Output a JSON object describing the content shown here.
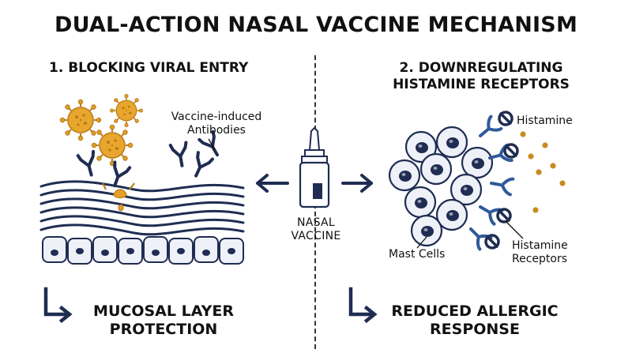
{
  "title": "DUAL-ACTION NASAL VACCINE MECHANISM",
  "sections": {
    "left": {
      "heading": "1. BLOCKING VIRAL ENTRY",
      "antibodies_label_line1": "Vaccine-induced",
      "antibodies_label_line2": "Antibodies",
      "outcome_line1": "MUCOSAL LAYER",
      "outcome_line2": "PROTECTION"
    },
    "right": {
      "heading_line1": "2. DOWNREGULATING",
      "heading_line2": "HISTAMINE RECEPTORS",
      "histamine_label": "Histamine",
      "mast_cells_label": "Mast Cells",
      "receptors_label_line1": "Histamine",
      "receptors_label_line2": "Receptors",
      "outcome_line1": "REDUCED ALLERGIC",
      "outcome_line2": "RESPONSE"
    }
  },
  "center": {
    "label_line1": "NASAL",
    "label_line2": "VACCINE"
  },
  "colors": {
    "navy": "#1f2d52",
    "orange": "#e3a12a",
    "orange_dark": "#b97a12",
    "cell_fill": "#eef1f7",
    "text": "#111111"
  },
  "icons": [
    "virus-icon",
    "antibody-icon",
    "nasal-spray-icon",
    "arrow-left-icon",
    "arrow-right-icon",
    "mast-cell-icon",
    "receptor-icon",
    "histamine-dot-icon",
    "elbow-arrow-icon"
  ]
}
